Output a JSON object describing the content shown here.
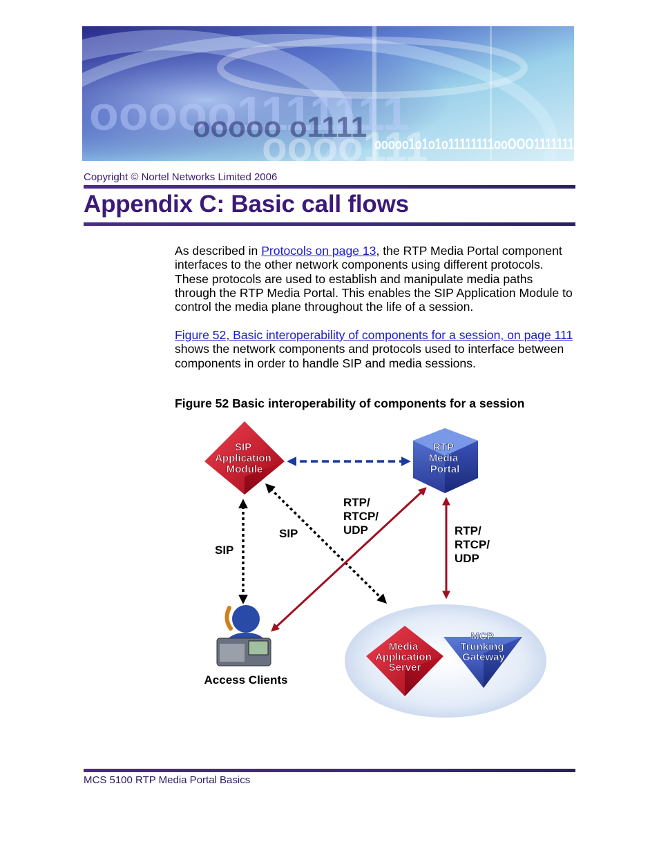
{
  "header": {
    "copyright": "Copyright © Nortel Networks Limited 2006",
    "banner_text": "ooooo1o1o1o11111111ooOOO1111111"
  },
  "title": "Appendix C: Basic call flows",
  "paragraph1": {
    "lead": "As described in ",
    "link": "Protocols on page 13",
    "rest": ", the RTP Media Portal component interfaces to the other network components using different protocols. These protocols are used to establish and manipulate media paths through the RTP Media Portal. This enables the SIP Application Module to control the media plane throughout the life of a session."
  },
  "paragraph2": {
    "link": "Figure 52,  Basic interoperability of components for a session, on page 111",
    "rest": " shows the network components and protocols used to interface between components in order to handle SIP and media sessions."
  },
  "figure": {
    "caption": "Figure 52  Basic interoperability of components for a session",
    "nodes": {
      "sip_module": [
        "SIP",
        "Application",
        "Module"
      ],
      "rtp_portal": [
        "RTP",
        "Media",
        "Portal"
      ],
      "media_server": [
        "Media",
        "Application",
        "Server"
      ],
      "mcp_gateway": [
        "MCP",
        "Trunking",
        "Gateway"
      ],
      "access_clients": "Access Clients"
    },
    "labels": {
      "sip_left": "SIP",
      "sip_diag": "SIP",
      "rtp_diag": [
        "RTP/",
        "RTCP/",
        "UDP"
      ],
      "rtp_right": [
        "RTP/",
        "RTCP/",
        "UDP"
      ]
    },
    "colors": {
      "red": "#cc1a2a",
      "blue": "#2a4aa8",
      "dashed_blue": "#1a3aa0",
      "dark_red_line": "#a01020"
    }
  },
  "footer": {
    "title": "MCS 5100 RTP Media Portal Basics"
  }
}
